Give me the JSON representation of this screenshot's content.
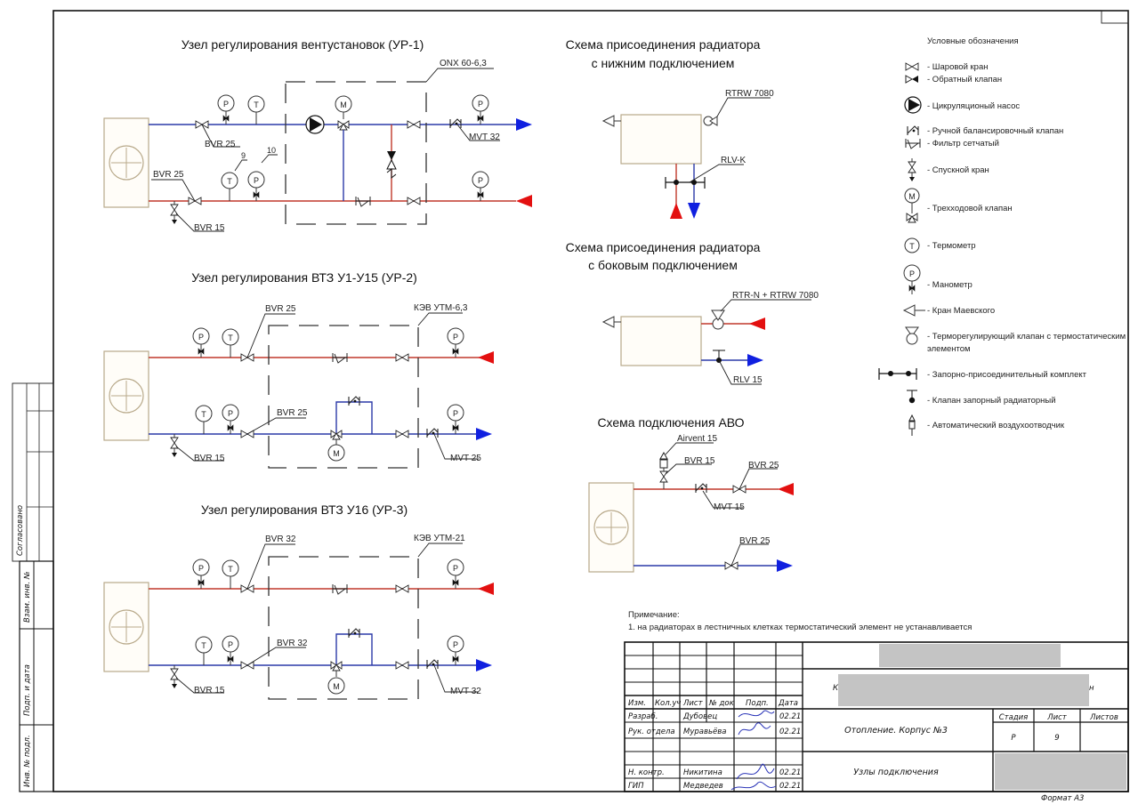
{
  "sheet": {
    "format_label": "Формат А3"
  },
  "side_stamps": {
    "agreed": "Согласовано",
    "replace_inv": "Взам. инв. №",
    "sign_date": "Подп. и дата",
    "inv_no": "Инв. № подл."
  },
  "node1": {
    "title": "Узел регулирования вентустановок (УР-1)",
    "module_label": "ONX 60-6,3",
    "labels": {
      "supply_valve": "BVR 25",
      "return_valve": "BVR 25",
      "drain_valve": "BVR 15",
      "balancing_valve": "MVT 32",
      "pos9": "9",
      "pos10": "10"
    },
    "gauge_p": "P",
    "gauge_t": "T",
    "motor": "M"
  },
  "node2": {
    "title": "Узел регулирования ВТЗ У1-У15 (УР-2)",
    "module_label": "КЭВ УТМ-6,3",
    "labels": {
      "supply_valve": "BVR 25",
      "return_valve": "BVR 25",
      "drain_valve": "BVR 15",
      "balancing_valve": "MVT 25"
    }
  },
  "node3": {
    "title": "Узел регулирования ВТЗ  У16 (УР-3)",
    "module_label": "КЭВ УТМ-21",
    "labels": {
      "supply_valve": "BVR 32",
      "return_valve": "BVR 32",
      "drain_valve": "BVR 15",
      "balancing_valve": "MVT 32"
    }
  },
  "radiator_bottom": {
    "title_line1": "Схема присоединения радиатора",
    "title_line2": "с нижним подключением",
    "valve_label": "RTRW 7080",
    "kit_label": "RLV-K"
  },
  "radiator_side": {
    "title_line1": "Схема присоединения радиатора",
    "title_line2": "с боковым подключением",
    "valve_label": "RTR-N + RTRW 7080",
    "return_label": "RLV 15"
  },
  "avo": {
    "title": "Схема подключения АВО",
    "airvent_label": "Airvent 15",
    "vent_valve_label": "BVR 15",
    "balancing_label": "MVT 15",
    "supply_valve_label": "BVR 25",
    "return_valve_label": "BVR 25"
  },
  "legend": {
    "title": "Условные обозначения",
    "items": [
      {
        "icon": "ball-valve-icon",
        "label": "- Шаровой кран"
      },
      {
        "icon": "check-valve-icon",
        "label": "- Обратный клапан"
      },
      {
        "icon": "circulation-pump-icon",
        "label": "- Цикруляционый насос"
      },
      {
        "icon": "balancing-valve-icon",
        "label": "- Ручной балансировочный клапан"
      },
      {
        "icon": "strainer-icon",
        "label": "- Фильтр сетчатый"
      },
      {
        "icon": "drain-valve-icon",
        "label": "- Спускной кран"
      },
      {
        "icon": "three-way-valve-icon",
        "label": "- Трехходовой клапан"
      },
      {
        "icon": "thermometer-icon",
        "label": "- Термометр"
      },
      {
        "icon": "manometer-icon",
        "label": "- Манометр"
      },
      {
        "icon": "mayevsky-valve-icon",
        "label": "- Кран Маевского"
      },
      {
        "icon": "thermostatic-valve-icon",
        "label": "- Терморегулирующий клапан с термостатическим",
        "label2": "элементом"
      },
      {
        "icon": "shutoff-kit-icon",
        "label": "- Запорно-присоединительный комплект"
      },
      {
        "icon": "radiator-shutoff-icon",
        "label": "- Клапан запорный радиаторный"
      },
      {
        "icon": "air-vent-icon",
        "label": "- Автоматический воздухоотводчик"
      }
    ]
  },
  "note": {
    "heading": "Примечание:",
    "line1": "1. на радиаторах в лестничных клетках термостатический элемент не устанавливается"
  },
  "title_block": {
    "headers": [
      "Изм.",
      "Кол.уч",
      "Лист",
      "№ док",
      "Подп.",
      "Дата"
    ],
    "rows": [
      {
        "role": "Разраб.",
        "name": "Дубовец",
        "date": "02.21"
      },
      {
        "role": "Рук. отдела",
        "name": "Муравьёва",
        "date": "02.21"
      },
      {
        "role": "",
        "name": "",
        "date": ""
      },
      {
        "role": "Н. контр.",
        "name": "Никитина",
        "date": "02.21"
      },
      {
        "role": "ГИП",
        "name": "Медведев",
        "date": "02.21"
      }
    ],
    "project_prefix": "К",
    "project_suffix": "н",
    "section": "Отопление. Корпус №3",
    "sheet_title": "Узлы подключения",
    "stage_header": "Стадия",
    "sheet_header": "Лист",
    "sheets_header": "Листов",
    "stage": "Р",
    "sheet": "9",
    "sheets": ""
  },
  "colors": {
    "supply": "#c0392b",
    "return": "#2c3aa8",
    "arrow_red": "#e31010",
    "arrow_blue": "#1020e0"
  }
}
